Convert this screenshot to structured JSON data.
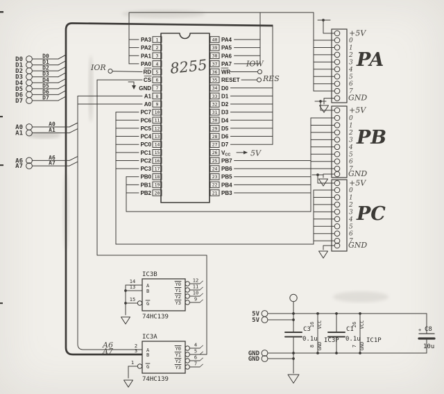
{
  "chip": {
    "name": "8255",
    "left_pins": [
      {
        "n": "1",
        "label": "PA3"
      },
      {
        "n": "2",
        "label": "PA2"
      },
      {
        "n": "3",
        "label": "PA1"
      },
      {
        "n": "4",
        "label": "PA0"
      },
      {
        "n": "5",
        "label": "RD",
        "overline": true
      },
      {
        "n": "6",
        "label": "CS",
        "overline": true
      },
      {
        "n": "7",
        "label": "GND"
      },
      {
        "n": "8",
        "label": "A1"
      },
      {
        "n": "9",
        "label": "A0"
      },
      {
        "n": "10",
        "label": "PC7"
      },
      {
        "n": "11",
        "label": "PC6"
      },
      {
        "n": "12",
        "label": "PC5"
      },
      {
        "n": "13",
        "label": "PC4"
      },
      {
        "n": "14",
        "label": "PC0"
      },
      {
        "n": "15",
        "label": "PC1"
      },
      {
        "n": "16",
        "label": "PC2"
      },
      {
        "n": "17",
        "label": "PC3"
      },
      {
        "n": "18",
        "label": "PB0"
      },
      {
        "n": "19",
        "label": "PB1"
      },
      {
        "n": "20",
        "label": "PB2"
      }
    ],
    "right_pins": [
      {
        "n": "40",
        "label": "PA4"
      },
      {
        "n": "39",
        "label": "PA5"
      },
      {
        "n": "38",
        "label": "PA6"
      },
      {
        "n": "37",
        "label": "PA7"
      },
      {
        "n": "36",
        "label": "WR",
        "overline": true
      },
      {
        "n": "35",
        "label": "RESET"
      },
      {
        "n": "34",
        "label": "D0"
      },
      {
        "n": "33",
        "label": "D1"
      },
      {
        "n": "32",
        "label": "D2"
      },
      {
        "n": "31",
        "label": "D3"
      },
      {
        "n": "30",
        "label": "D4"
      },
      {
        "n": "29",
        "label": "D5"
      },
      {
        "n": "28",
        "label": "D6"
      },
      {
        "n": "27",
        "label": "D7"
      },
      {
        "n": "26",
        "label": "VCC",
        "subscript": true
      },
      {
        "n": "25",
        "label": "PB7"
      },
      {
        "n": "24",
        "label": "PB6"
      },
      {
        "n": "23",
        "label": "PB5"
      },
      {
        "n": "22",
        "label": "PB4"
      },
      {
        "n": "21",
        "label": "PB3"
      }
    ],
    "annotations": {
      "ior": "IOR",
      "iow": "IOW",
      "res": "RES",
      "vcc_supply": "5V"
    }
  },
  "left_terminals": {
    "data": [
      "D0",
      "D1",
      "D2",
      "D3",
      "D4",
      "D5",
      "D6",
      "D7"
    ],
    "addr_low": [
      "A0",
      "A1"
    ],
    "addr_high": [
      "A6",
      "A7"
    ]
  },
  "connectors": [
    {
      "id": "PA",
      "title": "PA",
      "top_pin": "+5V",
      "data_pins": [
        "0",
        "1",
        "2",
        "3",
        "4",
        "5",
        "6",
        "7"
      ],
      "bottom_pin": "GND"
    },
    {
      "id": "PB",
      "title": "PB",
      "top_pin": "+5V",
      "data_pins": [
        "0",
        "1",
        "2",
        "3",
        "4",
        "5",
        "6",
        "7"
      ],
      "bottom_pin": "GND"
    },
    {
      "id": "PC",
      "title": "PC",
      "top_pin": "+5V",
      "data_pins": [
        "0",
        "1",
        "2",
        "3",
        "4",
        "5",
        "6",
        "7"
      ],
      "bottom_pin": "GND"
    }
  ],
  "decoders": [
    {
      "id": "IC3B",
      "part": "74HC139",
      "inputs": [
        {
          "pin": "14",
          "label": "A"
        },
        {
          "pin": "13",
          "label": "B"
        },
        {
          "pin": "15",
          "label": "G",
          "overline": true
        }
      ],
      "outputs": [
        {
          "pin": "12",
          "label": "Y0"
        },
        {
          "pin": "11",
          "label": "Y1"
        },
        {
          "pin": "10",
          "label": "Y2"
        },
        {
          "pin": "9",
          "label": "Y3"
        }
      ]
    },
    {
      "id": "IC3A",
      "part": "74HC139",
      "input_nets": [
        "A6",
        "A7"
      ],
      "inputs": [
        {
          "pin": "2",
          "label": "A"
        },
        {
          "pin": "3",
          "label": "B"
        },
        {
          "pin": "1",
          "label": "G",
          "overline": true
        }
      ],
      "outputs": [
        {
          "pin": "4",
          "label": "Y0"
        },
        {
          "pin": "5",
          "label": "Y1"
        },
        {
          "pin": "6",
          "label": "Y2"
        },
        {
          "pin": "7",
          "label": "Y3"
        }
      ]
    }
  ],
  "power": {
    "supply_terminals": [
      "5V",
      "5V"
    ],
    "ground_terminals": [
      "GND",
      "GND"
    ],
    "capacitors": [
      {
        "id": "C3",
        "value": "0.1u"
      },
      {
        "id": "C1",
        "value": "0.1u"
      },
      {
        "id": "C8",
        "value": "10u",
        "polarity": "+"
      }
    ],
    "ic_power_pins": [
      {
        "id": "IC3P",
        "vcc_pin": "16",
        "vcc_label": "VCC",
        "gnd_pin": "8",
        "gnd_label": "GND"
      },
      {
        "id": "IC1P",
        "vcc_pin": "26",
        "vcc_label": "VCC",
        "gnd_pin": "7",
        "gnd_label": "GND"
      }
    ]
  }
}
